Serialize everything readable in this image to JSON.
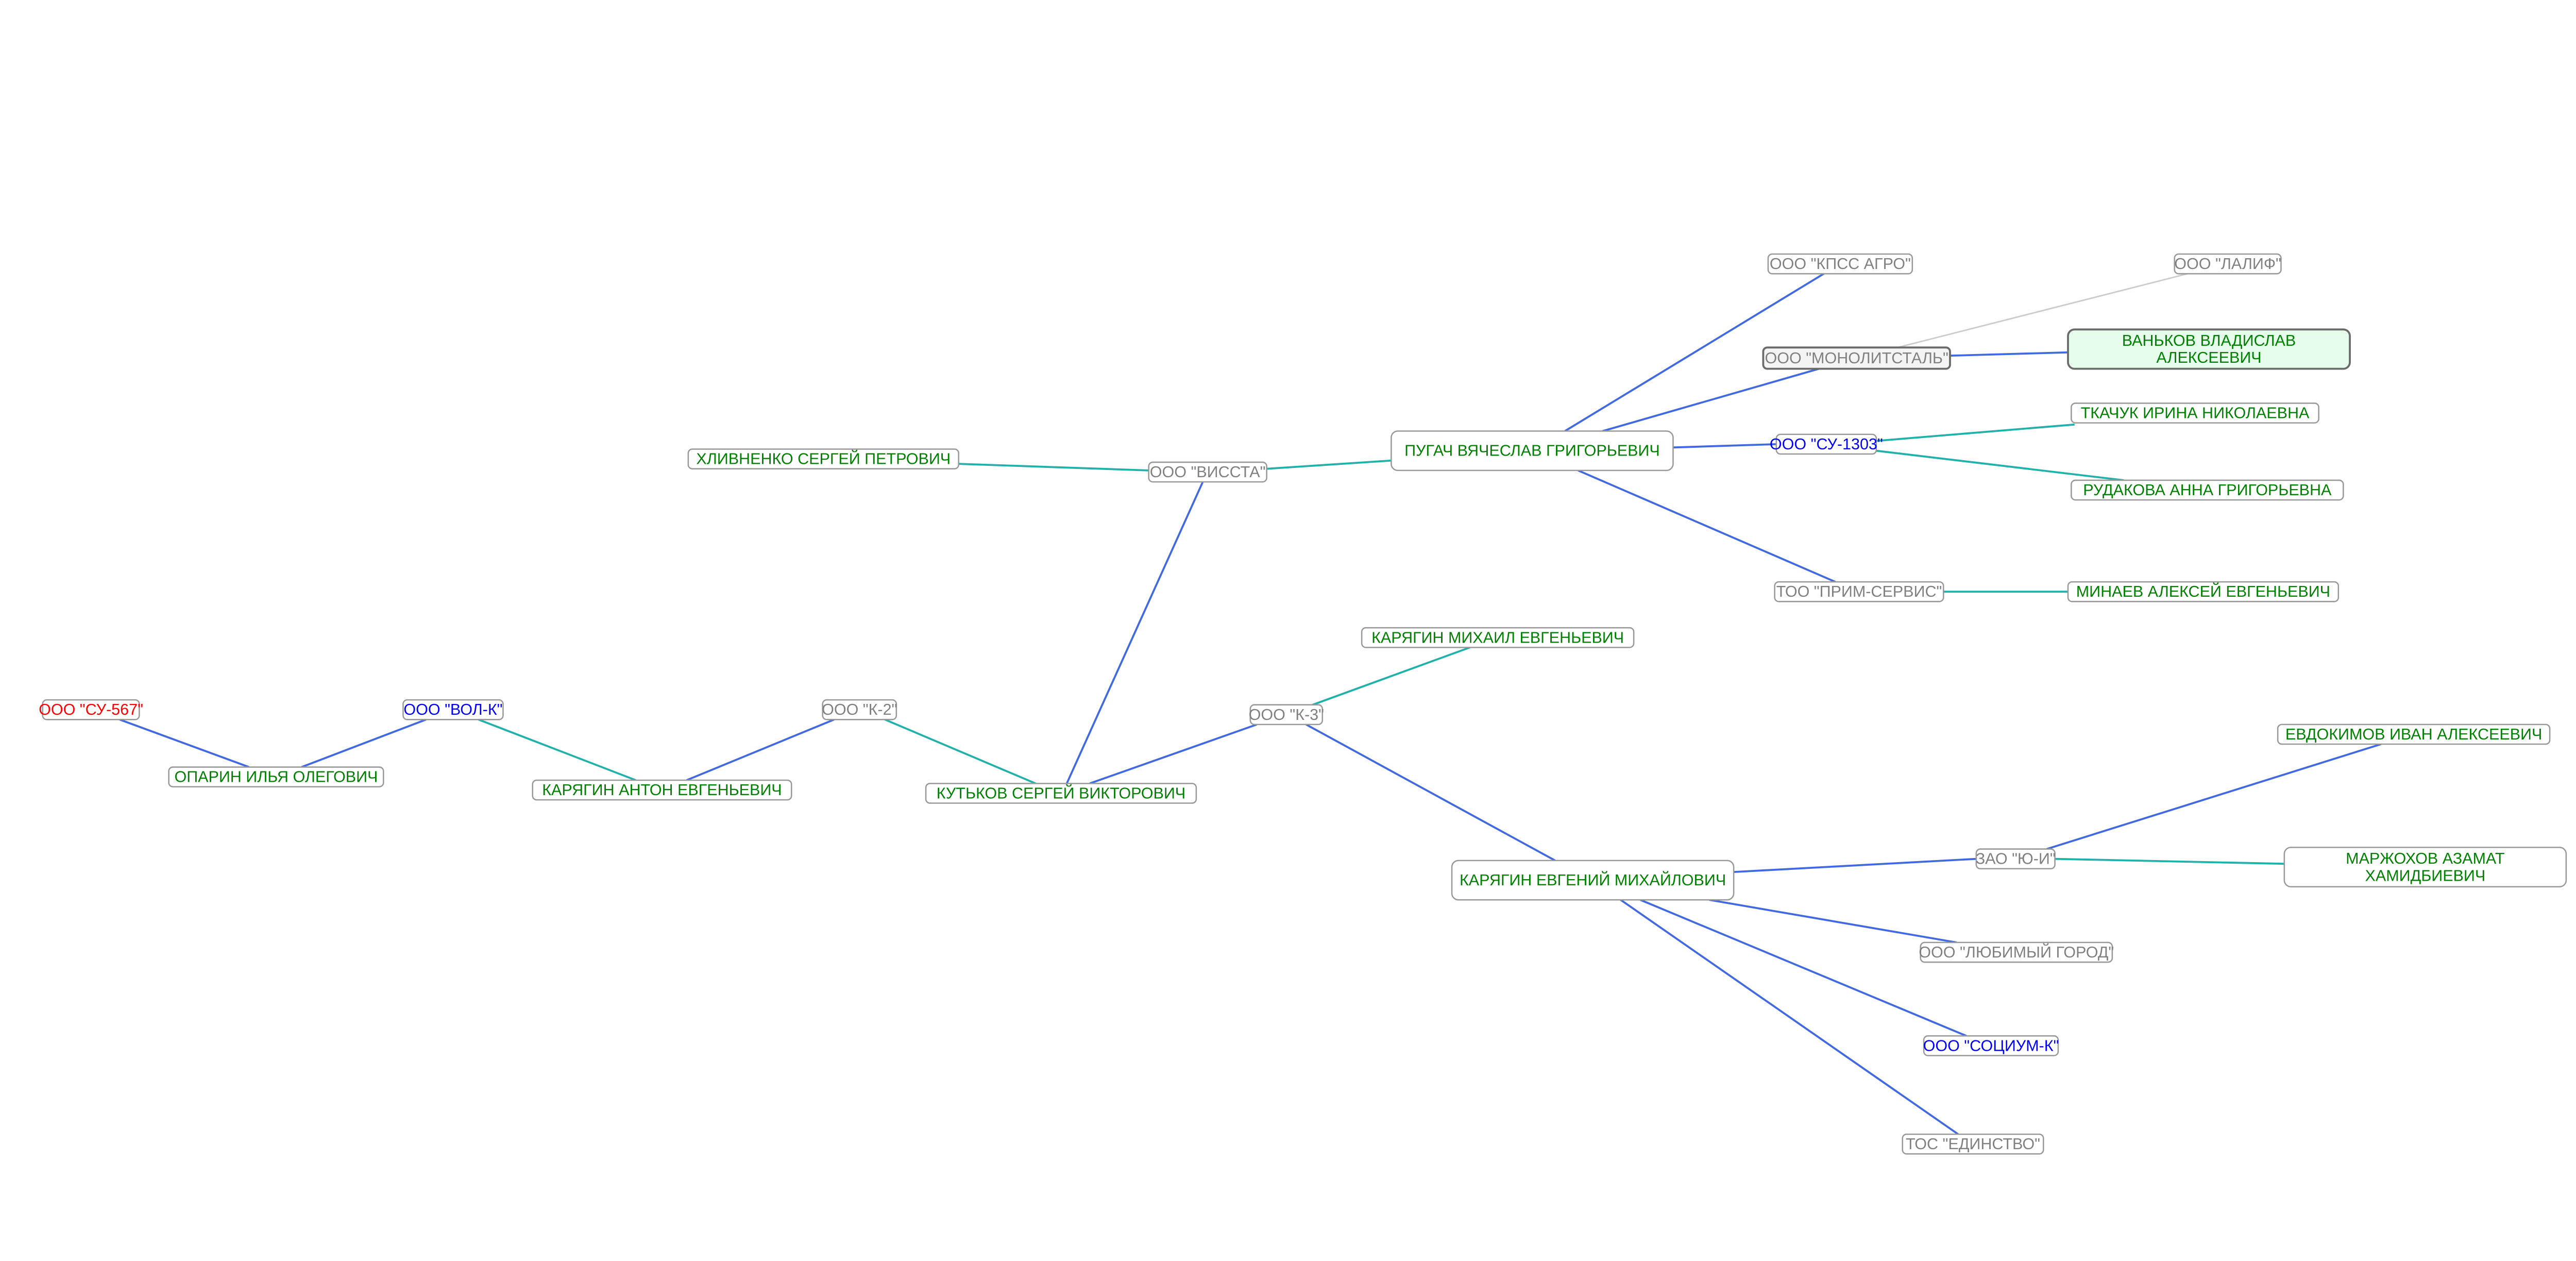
{
  "colors": {
    "person_text": "#008000",
    "org_text": "#808080",
    "org_highlight_text": "#0000ff",
    "org_alert_text": "#ff0000",
    "edge_primary": "#4169e1",
    "edge_secondary": "#20b2aa",
    "edge_weak": "#cccccc",
    "selected_fill": "#e6fdec",
    "focus_fill": "#f4f4f4"
  },
  "nodes": [
    {
      "id": "kpss",
      "label": "ООО \"КПСС АГРО\"",
      "kind": "org"
    },
    {
      "id": "lalif",
      "label": "ООО \"ЛАЛИФ\"",
      "kind": "org"
    },
    {
      "id": "monolit",
      "label": "ООО \"МОНОЛИТСТАЛЬ\"",
      "kind": "org-focus"
    },
    {
      "id": "vankov",
      "label": [
        "ВАНЬКОВ ВЛАДИСЛАВ",
        "АЛЕКСЕЕВИЧ"
      ],
      "kind": "person-selected"
    },
    {
      "id": "tkachuk",
      "label": "ТКАЧУК ИРИНА НИКОЛАЕВНА",
      "kind": "person"
    },
    {
      "id": "su1303",
      "label": "ООО \"СУ-1303\"",
      "kind": "org-highlight"
    },
    {
      "id": "rudakova",
      "label": "РУДАКОВА АННА ГРИГОРЬЕВНА",
      "kind": "person"
    },
    {
      "id": "prim",
      "label": "ТОО \"ПРИМ-СЕРВИС\"",
      "kind": "org"
    },
    {
      "id": "minaev",
      "label": "МИНАЕВ АЛЕКСЕЙ ЕВГЕНЬЕВИЧ",
      "kind": "person"
    },
    {
      "id": "pugach",
      "label": "ПУГАЧ ВЯЧЕСЛАВ ГРИГОРЬЕВИЧ",
      "kind": "person-large"
    },
    {
      "id": "hlivnenko",
      "label": "ХЛИВНЕНКО СЕРГЕЙ ПЕТРОВИЧ",
      "kind": "person"
    },
    {
      "id": "vissta",
      "label": "ООО \"ВИССТА\"",
      "kind": "org"
    },
    {
      "id": "mikhail",
      "label": "КАРЯГИН МИХАИЛ ЕВГЕНЬЕВИЧ",
      "kind": "person"
    },
    {
      "id": "su567",
      "label": "ООО \"СУ-567\"",
      "kind": "org-alert"
    },
    {
      "id": "volk",
      "label": "ООО \"ВОЛ-К\"",
      "kind": "org-highlight"
    },
    {
      "id": "oparin",
      "label": "ОПАРИН ИЛЬЯ ОЛЕГОВИЧ",
      "kind": "person"
    },
    {
      "id": "anton",
      "label": "КАРЯГИН АНТОН ЕВГЕНЬЕВИЧ",
      "kind": "person"
    },
    {
      "id": "k2",
      "label": "ООО \"К-2\"",
      "kind": "org"
    },
    {
      "id": "kutkov",
      "label": "КУТЬКОВ СЕРГЕЙ ВИКТОРОВИЧ",
      "kind": "person"
    },
    {
      "id": "k3",
      "label": "ООО \"К-3\"",
      "kind": "org"
    },
    {
      "id": "evdokimov",
      "label": "ЕВДОКИМОВ ИВАН АЛЕКСЕЕВИЧ",
      "kind": "person"
    },
    {
      "id": "evgeny",
      "label": "КАРЯГИН ЕВГЕНИЙ МИХАЙЛОВИЧ",
      "kind": "person-large"
    },
    {
      "id": "yui",
      "label": "ЗАО \"Ю-И\"",
      "kind": "org"
    },
    {
      "id": "marzhokhov",
      "label": [
        "МАРЖОХОВ АЗАМАТ",
        "ХАМИДБИЕВИЧ"
      ],
      "kind": "person-large"
    },
    {
      "id": "lyubimy",
      "label": "ООО \"ЛЮБИМЫЙ ГОРОД\"",
      "kind": "org"
    },
    {
      "id": "socium",
      "label": "ООО \"СОЦИУМ-К\"",
      "kind": "org-highlight"
    },
    {
      "id": "edinstvo",
      "label": "ТОС \"ЕДИНСТВО\"",
      "kind": "org"
    }
  ],
  "edges": [
    {
      "from": "pugach",
      "to": "kpss",
      "type": "primary"
    },
    {
      "from": "pugach",
      "to": "monolit",
      "type": "primary"
    },
    {
      "from": "monolit",
      "to": "lalif",
      "type": "weak"
    },
    {
      "from": "monolit",
      "to": "vankov",
      "type": "primary"
    },
    {
      "from": "pugach",
      "to": "su1303",
      "type": "primary"
    },
    {
      "from": "su1303",
      "to": "tkachuk",
      "type": "secondary"
    },
    {
      "from": "su1303",
      "to": "rudakova",
      "type": "secondary"
    },
    {
      "from": "pugach",
      "to": "prim",
      "type": "primary"
    },
    {
      "from": "prim",
      "to": "minaev",
      "type": "secondary"
    },
    {
      "from": "vissta",
      "to": "pugach",
      "type": "secondary"
    },
    {
      "from": "hlivnenko",
      "to": "vissta",
      "type": "secondary"
    },
    {
      "from": "vissta",
      "to": "kutkov",
      "type": "primary"
    },
    {
      "from": "k3",
      "to": "mikhail",
      "type": "secondary"
    },
    {
      "from": "k3",
      "to": "kutkov",
      "type": "primary"
    },
    {
      "from": "k3",
      "to": "evgeny",
      "type": "primary"
    },
    {
      "from": "evgeny",
      "to": "yui",
      "type": "primary"
    },
    {
      "from": "yui",
      "to": "evdokimov",
      "type": "primary"
    },
    {
      "from": "yui",
      "to": "marzhokhov",
      "type": "secondary"
    },
    {
      "from": "evgeny",
      "to": "lyubimy",
      "type": "primary"
    },
    {
      "from": "evgeny",
      "to": "socium",
      "type": "primary"
    },
    {
      "from": "evgeny",
      "to": "edinstvo",
      "type": "primary"
    },
    {
      "from": "su567",
      "to": "oparin",
      "type": "primary"
    },
    {
      "from": "volk",
      "to": "oparin",
      "type": "primary"
    },
    {
      "from": "volk",
      "to": "anton",
      "type": "secondary"
    },
    {
      "from": "k2",
      "to": "anton",
      "type": "primary"
    },
    {
      "from": "k2",
      "to": "kutkov",
      "type": "secondary"
    }
  ]
}
